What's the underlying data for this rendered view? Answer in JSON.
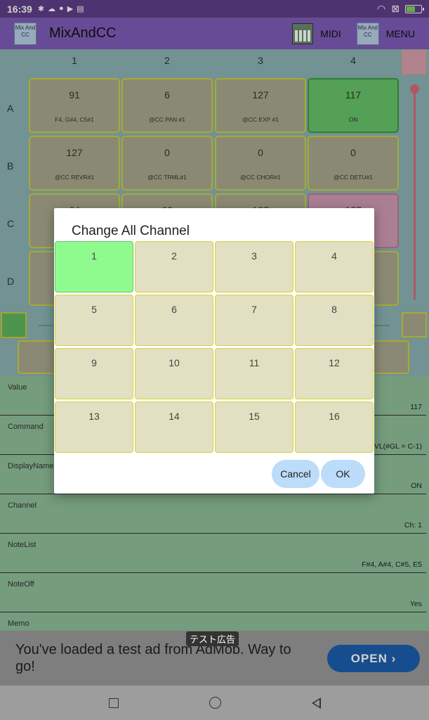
{
  "status": {
    "time": "16:39"
  },
  "appbar": {
    "title": "MixAndCC",
    "logo_text": "Mix And CC",
    "midi_label": "MIDI",
    "menu_label": "MENU"
  },
  "grid": {
    "columns": [
      "1",
      "2",
      "3",
      "4"
    ],
    "rows": [
      "A",
      "B",
      "C",
      "D"
    ],
    "row_a": [
      {
        "value": "91",
        "sub": "F4, G#4, C5#1"
      },
      {
        "value": "6",
        "sub": "@CC PAN #1"
      },
      {
        "value": "127",
        "sub": "@CC EXP #1"
      },
      {
        "value": "117",
        "sub": "ON"
      }
    ],
    "row_b": [
      {
        "value": "127",
        "sub": "@CC REVR#1"
      },
      {
        "value": "0",
        "sub": "@CC TRML#1"
      },
      {
        "value": "0",
        "sub": "@CC CHOR#1"
      },
      {
        "value": "0",
        "sub": "@CC DETU#1"
      }
    ],
    "row_c": [
      {
        "value": "64"
      },
      {
        "value": "60"
      },
      {
        "value": "127"
      },
      {
        "value": "127"
      }
    ]
  },
  "props": [
    {
      "label": "Value",
      "value": "117"
    },
    {
      "label": "Command",
      "value": "VL(#GL = C-1)"
    },
    {
      "label": "DisplayName",
      "value": "ON"
    },
    {
      "label": "Channel",
      "value": "Ch: 1"
    },
    {
      "label": "NoteList",
      "value": "F#4, A#4, C#5, E5"
    },
    {
      "label": "NoteOff",
      "value": "Yes"
    },
    {
      "label": "Memo",
      "value": ""
    }
  ],
  "dialog": {
    "title": "Change All Channel",
    "channels": [
      "1",
      "2",
      "3",
      "4",
      "5",
      "6",
      "7",
      "8",
      "9",
      "10",
      "11",
      "12",
      "13",
      "14",
      "15",
      "16"
    ],
    "selected": "1",
    "cancel_label": "Cancel",
    "ok_label": "OK"
  },
  "ad": {
    "tag": "テスト広告",
    "text": "You've loaded a test ad from AdMob. Way to go!",
    "button_label": "OPEN ›"
  }
}
